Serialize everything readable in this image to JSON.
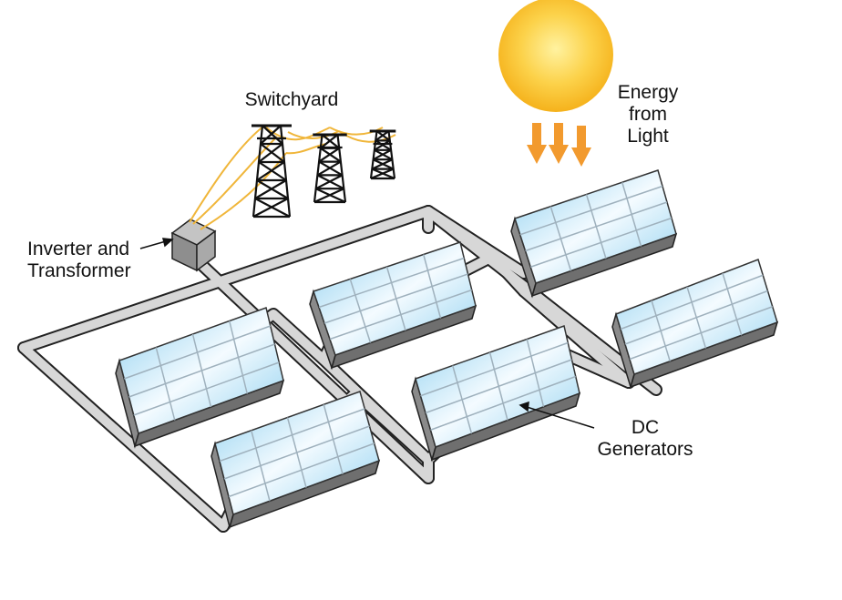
{
  "labels": {
    "switchyard": "Switchyard",
    "energy": [
      "Energy",
      "from",
      "Light"
    ],
    "inverter": [
      "Inverter and",
      "Transformer"
    ],
    "dc": [
      "DC",
      "Generators"
    ]
  },
  "colors": {
    "sun_core": "#fff2a0",
    "sun_edge": "#f5b21c",
    "arrow": "#f29a2e",
    "wire": "#f0b63a",
    "panel_light": "#ffffff",
    "panel_blue": "#a9dcf4",
    "panel_grid": "#9fb1bd",
    "panel_side": "#6f6f6f",
    "pipe": "#d7d7d7",
    "pipe_edge": "#222222",
    "box": "#9a9a9a",
    "tower": "#111111"
  },
  "icons": [
    "sun-icon",
    "transmission-tower-icon",
    "inverter-box-icon",
    "solar-panel-icon",
    "down-arrow-icon"
  ]
}
